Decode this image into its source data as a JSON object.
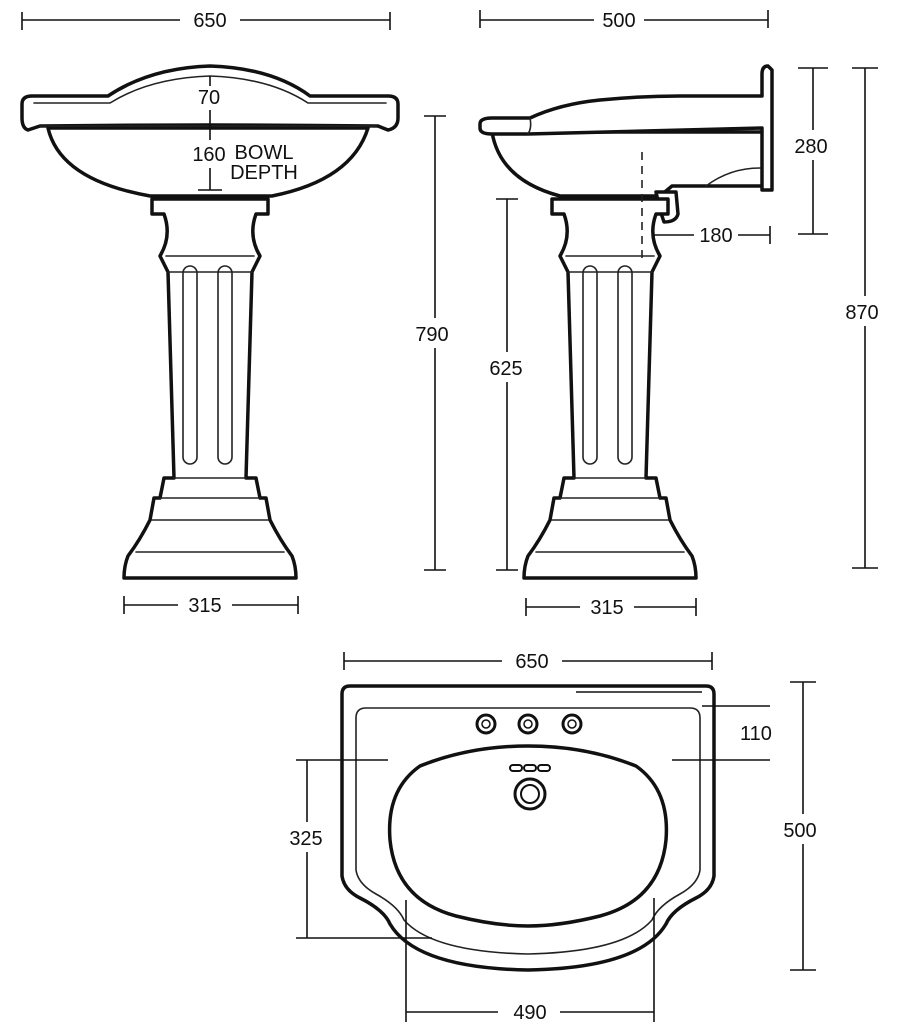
{
  "dimensions": {
    "front_width": "650",
    "side_depth": "500",
    "bowl_rim": "70",
    "bowl_depth_value": "160",
    "bowl_label_line1": "BOWL",
    "bowl_label_line2": "DEPTH",
    "front_height": "790",
    "side_pedestal_height": "625",
    "wall_height": "280",
    "waste_offset": "180",
    "total_height": "870",
    "front_base_width": "315",
    "side_base_width": "315",
    "plan_width": "650",
    "tap_hole_offset": "110",
    "bowl_length": "325",
    "plan_depth": "500",
    "bowl_width": "490"
  }
}
